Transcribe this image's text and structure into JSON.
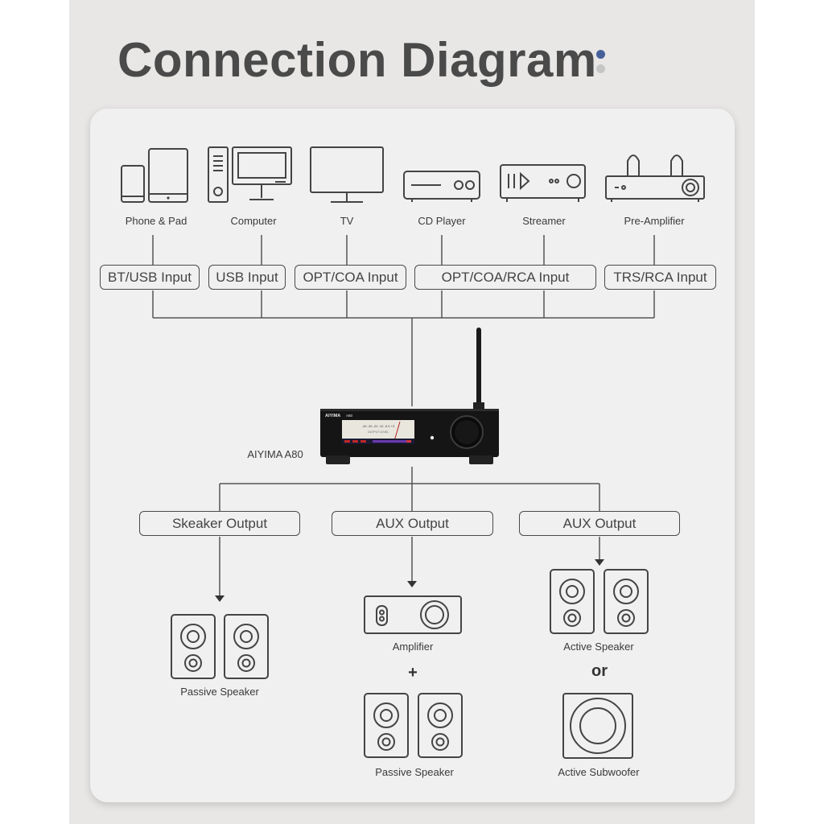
{
  "title": "Connection Diagram",
  "sources": [
    {
      "icon": "phone-pad-icon",
      "label": "Phone & Pad"
    },
    {
      "icon": "computer-icon",
      "label": "Computer"
    },
    {
      "icon": "tv-icon",
      "label": "TV"
    },
    {
      "icon": "cd-player-icon",
      "label": "CD Player"
    },
    {
      "icon": "streamer-icon",
      "label": "Streamer"
    },
    {
      "icon": "pre-amplifier-icon",
      "label": "Pre-Amplifier"
    }
  ],
  "inputs": [
    "BT/USB Input",
    "USB Input",
    "OPT/COA Input",
    "OPT/COA/RCA Input",
    "TRS/RCA Input"
  ],
  "device": {
    "name": "AIYIMA A80",
    "brand": "AIYIMA",
    "model": "A80",
    "meter_scale": "-40 -30 -20 -10 -5 0 +3",
    "meter_text": "OUTPUT LEVEL"
  },
  "outputs": [
    "Skeaker Output",
    "AUX Output",
    "AUX Output"
  ],
  "devices_out": {
    "passive_speaker_left": "Passive Speaker",
    "amplifier": "Amplifier",
    "plus": "+",
    "passive_speaker_center": "Passive Speaker",
    "active_speaker": "Active Speaker",
    "or": "or",
    "active_subwoofer": "Active Subwoofer"
  },
  "colors": {
    "canvas": "#e8e7e6",
    "panel": "#f1f0f0",
    "line": "#4a4a4a",
    "title": "#4a4a4a",
    "dot_blue": "#46619a",
    "dot_grey": "#c6c6c6"
  }
}
